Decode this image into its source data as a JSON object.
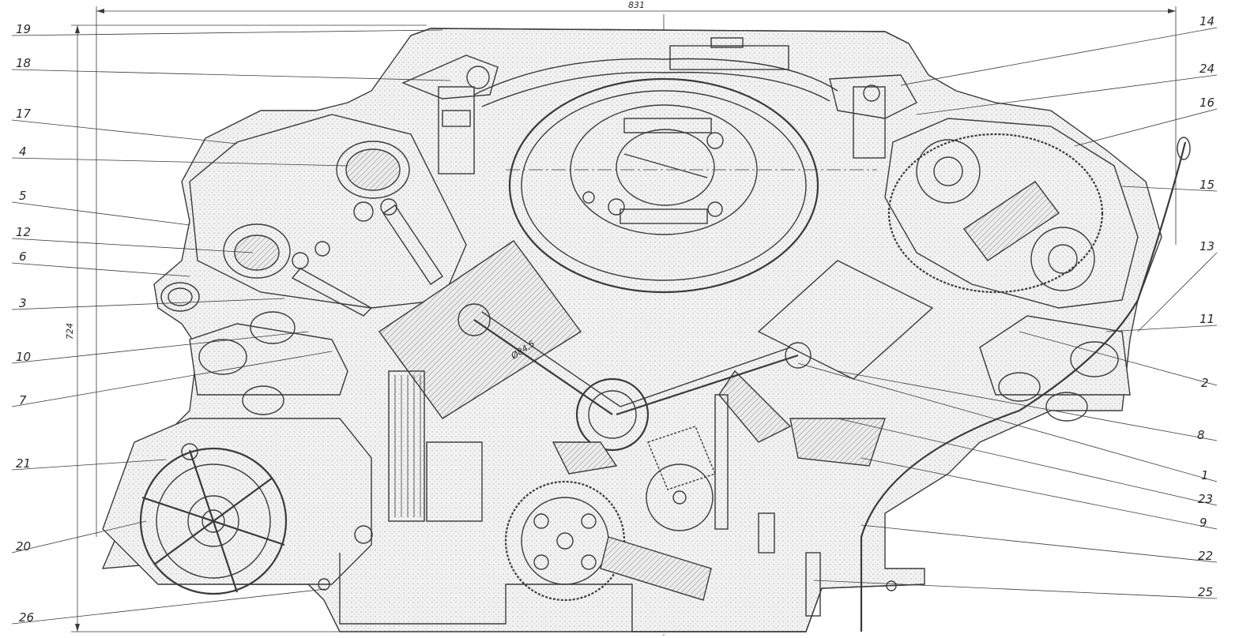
{
  "diagram": {
    "dimensions": {
      "width_label": "831",
      "height_label": "724"
    },
    "callouts_left": [
      {
        "id": "c19",
        "label": "19"
      },
      {
        "id": "c18",
        "label": "18"
      },
      {
        "id": "c17",
        "label": "17"
      },
      {
        "id": "c4",
        "label": "4"
      },
      {
        "id": "c5",
        "label": "5"
      },
      {
        "id": "c12",
        "label": "12"
      },
      {
        "id": "c6",
        "label": "6"
      },
      {
        "id": "c3",
        "label": "3"
      },
      {
        "id": "c10",
        "label": "10"
      },
      {
        "id": "c7",
        "label": "7"
      },
      {
        "id": "c21",
        "label": "21"
      },
      {
        "id": "c20",
        "label": "20"
      },
      {
        "id": "c26",
        "label": "26"
      }
    ],
    "callouts_right": [
      {
        "id": "c14",
        "label": "14"
      },
      {
        "id": "c24",
        "label": "24"
      },
      {
        "id": "c16",
        "label": "16"
      },
      {
        "id": "c15",
        "label": "15"
      },
      {
        "id": "c13",
        "label": "13"
      },
      {
        "id": "c11",
        "label": "11"
      },
      {
        "id": "c2",
        "label": "2"
      },
      {
        "id": "c8",
        "label": "8"
      },
      {
        "id": "c1",
        "label": "1"
      },
      {
        "id": "c23",
        "label": "23"
      },
      {
        "id": "c9",
        "label": "9"
      },
      {
        "id": "c22",
        "label": "22"
      },
      {
        "id": "c25",
        "label": "25"
      }
    ],
    "inline_labels": {
      "piston_dim": "Ø84,5"
    }
  }
}
